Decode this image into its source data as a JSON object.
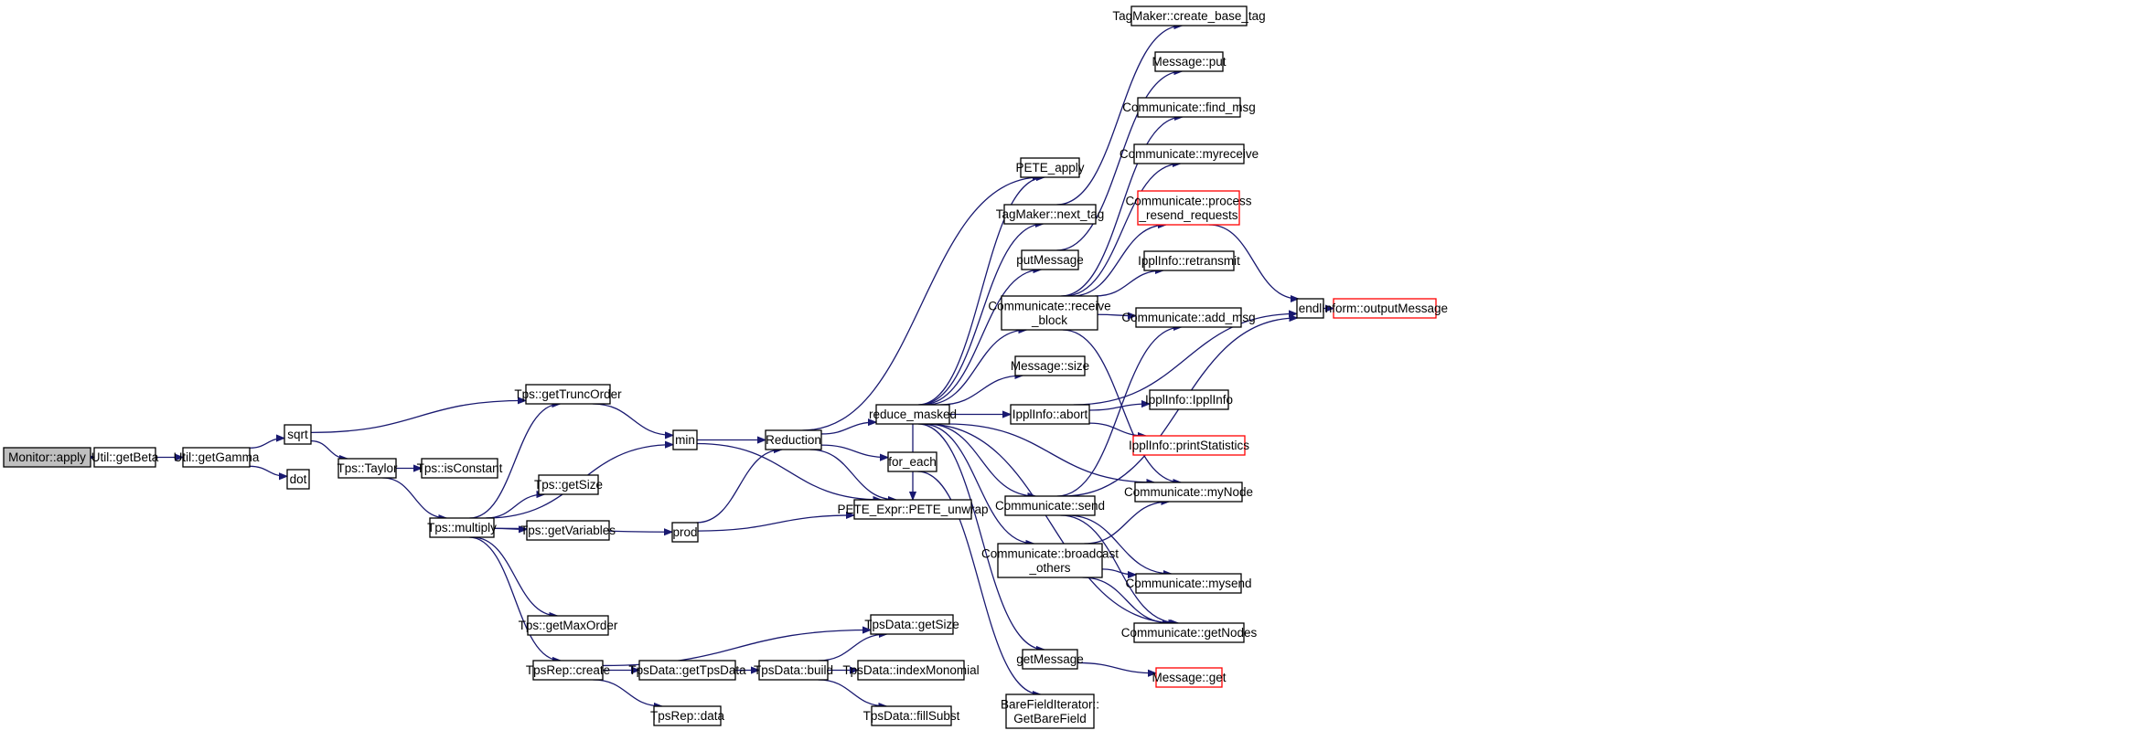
{
  "title": "",
  "colors": {
    "edge": "#191970",
    "root_fill": "#bfbfbf",
    "red_border": "#ff0000",
    "node_border": "#000000",
    "background": "#ffffff"
  },
  "nodes": [
    {
      "id": "monitor_apply",
      "label": "Monitor::apply",
      "root": true
    },
    {
      "id": "util_getbeta",
      "label": "Util::getBeta"
    },
    {
      "id": "util_getgamma",
      "label": "Util::getGamma"
    },
    {
      "id": "sqrt",
      "label": "sqrt"
    },
    {
      "id": "dot",
      "label": "dot"
    },
    {
      "id": "tps_taylor",
      "label": "Tps::Taylor"
    },
    {
      "id": "tps_isconstant",
      "label": "Tps::isConstant"
    },
    {
      "id": "tps_multiply",
      "label": "Tps::multiply"
    },
    {
      "id": "tps_gettruncorder",
      "label": "Tps::getTruncOrder"
    },
    {
      "id": "tps_getsize",
      "label": "Tps::getSize"
    },
    {
      "id": "tps_getvariables",
      "label": "Tps::getVariables"
    },
    {
      "id": "tps_getmaxorder",
      "label": "Tps::getMaxOrder"
    },
    {
      "id": "tpsrep_create",
      "label": "TpsRep::create"
    },
    {
      "id": "min",
      "label": "min"
    },
    {
      "id": "prod",
      "label": "prod"
    },
    {
      "id": "reduction",
      "label": "Reduction"
    },
    {
      "id": "pete_unwrap",
      "label": "PETE_Expr::PETE_unwrap"
    },
    {
      "id": "reduce_masked",
      "label": "reduce_masked"
    },
    {
      "id": "for_each",
      "label": "for_each"
    },
    {
      "id": "tpsdata_gettpsdata",
      "label": "TpsData::getTpsData"
    },
    {
      "id": "tpsrep_data",
      "label": "TpsRep::data"
    },
    {
      "id": "tpsdata_build",
      "label": "TpsData::build"
    },
    {
      "id": "tpsdata_getsize",
      "label": "TpsData::getSize"
    },
    {
      "id": "tpsdata_indexmonomial",
      "label": "TpsData::indexMonomial"
    },
    {
      "id": "tpsdata_fillsubst",
      "label": "TpsData::fillSubst"
    },
    {
      "id": "pete_apply",
      "label": "PETE_apply"
    },
    {
      "id": "tagmaker_next_tag",
      "label": "TagMaker::next_tag"
    },
    {
      "id": "putmessage",
      "label": "putMessage"
    },
    {
      "id": "comm_receive_block",
      "label": "Communicate::receive\n_block"
    },
    {
      "id": "message_size",
      "label": "Message::size"
    },
    {
      "id": "ipplinfo_abort",
      "label": "IpplInfo::abort"
    },
    {
      "id": "comm_send",
      "label": "Communicate::send"
    },
    {
      "id": "comm_broadcast_others",
      "label": "Communicate::broadcast\n_others"
    },
    {
      "id": "getmessage",
      "label": "getMessage"
    },
    {
      "id": "barefielditerator",
      "label": "BareFieldIterator::\nGetBareField"
    },
    {
      "id": "tagmaker_create_base_tag",
      "label": "TagMaker::create_base_tag"
    },
    {
      "id": "message_put",
      "label": "Message::put"
    },
    {
      "id": "comm_find_msg",
      "label": "Communicate::find_msg"
    },
    {
      "id": "comm_myreceive",
      "label": "Communicate::myreceive"
    },
    {
      "id": "comm_process_resend",
      "label": "Communicate::process\n_resend_requests",
      "red": true
    },
    {
      "id": "ipplinfo_retransmit",
      "label": "IpplInfo::retransmit"
    },
    {
      "id": "comm_add_msg",
      "label": "Communicate::add_msg"
    },
    {
      "id": "ipplinfo_ipplinfo",
      "label": "IpplInfo::IpplInfo"
    },
    {
      "id": "ipplinfo_printstatistics",
      "label": "IpplInfo::printStatistics",
      "red": true
    },
    {
      "id": "comm_mynode",
      "label": "Communicate::myNode"
    },
    {
      "id": "comm_mysend",
      "label": "Communicate::mysend"
    },
    {
      "id": "comm_getnodes",
      "label": "Communicate::getNodes"
    },
    {
      "id": "message_get",
      "label": "Message::get",
      "red": true
    },
    {
      "id": "endl",
      "label": "endl"
    },
    {
      "id": "inform_outputmessage",
      "label": "Inform::outputMessage",
      "red": true
    }
  ],
  "edges": [
    [
      "monitor_apply",
      "util_getbeta"
    ],
    [
      "util_getbeta",
      "util_getgamma"
    ],
    [
      "util_getgamma",
      "sqrt"
    ],
    [
      "util_getgamma",
      "dot"
    ],
    [
      "sqrt",
      "tps_gettruncorder"
    ],
    [
      "sqrt",
      "tps_taylor"
    ],
    [
      "tps_taylor",
      "tps_isconstant"
    ],
    [
      "tps_taylor",
      "tps_multiply"
    ],
    [
      "tps_multiply",
      "tps_gettruncorder"
    ],
    [
      "tps_multiply",
      "min"
    ],
    [
      "tps_multiply",
      "tps_getsize"
    ],
    [
      "tps_multiply",
      "tps_getvariables"
    ],
    [
      "tps_multiply",
      "prod"
    ],
    [
      "tps_multiply",
      "tps_getmaxorder"
    ],
    [
      "tps_multiply",
      "tpsrep_create"
    ],
    [
      "tps_gettruncorder",
      "min"
    ],
    [
      "min",
      "reduction"
    ],
    [
      "min",
      "pete_unwrap"
    ],
    [
      "prod",
      "reduction"
    ],
    [
      "prod",
      "pete_unwrap"
    ],
    [
      "reduction",
      "pete_apply"
    ],
    [
      "reduction",
      "reduce_masked"
    ],
    [
      "reduction",
      "for_each"
    ],
    [
      "reduction",
      "pete_unwrap"
    ],
    [
      "tpsrep_create",
      "tpsdata_getsize"
    ],
    [
      "tpsrep_create",
      "tpsdata_gettpsdata"
    ],
    [
      "tpsrep_create",
      "tpsrep_data"
    ],
    [
      "tpsdata_gettpsdata",
      "tpsdata_build"
    ],
    [
      "tpsdata_build",
      "tpsdata_getsize"
    ],
    [
      "tpsdata_build",
      "tpsdata_indexmonomial"
    ],
    [
      "tpsdata_build",
      "tpsdata_fillsubst"
    ],
    [
      "reduce_masked",
      "pete_apply"
    ],
    [
      "reduce_masked",
      "tagmaker_next_tag"
    ],
    [
      "reduce_masked",
      "putmessage"
    ],
    [
      "reduce_masked",
      "comm_receive_block"
    ],
    [
      "reduce_masked",
      "message_size"
    ],
    [
      "reduce_masked",
      "ipplinfo_abort"
    ],
    [
      "reduce_masked",
      "comm_mynode"
    ],
    [
      "reduce_masked",
      "comm_send"
    ],
    [
      "reduce_masked",
      "comm_broadcast_others"
    ],
    [
      "reduce_masked",
      "comm_getnodes"
    ],
    [
      "reduce_masked",
      "getmessage"
    ],
    [
      "reduce_masked",
      "pete_unwrap"
    ],
    [
      "for_each",
      "barefielditerator"
    ],
    [
      "tagmaker_next_tag",
      "tagmaker_create_base_tag"
    ],
    [
      "putmessage",
      "message_put"
    ],
    [
      "comm_receive_block",
      "comm_find_msg"
    ],
    [
      "comm_receive_block",
      "comm_myreceive"
    ],
    [
      "comm_receive_block",
      "comm_process_resend"
    ],
    [
      "comm_receive_block",
      "ipplinfo_retransmit"
    ],
    [
      "comm_receive_block",
      "comm_add_msg"
    ],
    [
      "comm_receive_block",
      "comm_mynode"
    ],
    [
      "ipplinfo_abort",
      "endl"
    ],
    [
      "ipplinfo_abort",
      "ipplinfo_ipplinfo"
    ],
    [
      "ipplinfo_abort",
      "ipplinfo_printstatistics"
    ],
    [
      "comm_send",
      "comm_add_msg"
    ],
    [
      "comm_send",
      "endl"
    ],
    [
      "comm_send",
      "comm_mysend"
    ],
    [
      "comm_send",
      "comm_getnodes"
    ],
    [
      "comm_broadcast_others",
      "comm_mynode"
    ],
    [
      "comm_broadcast_others",
      "comm_mysend"
    ],
    [
      "comm_broadcast_others",
      "comm_getnodes"
    ],
    [
      "getmessage",
      "message_get"
    ],
    [
      "comm_process_resend",
      "endl"
    ],
    [
      "endl",
      "inform_outputmessage"
    ]
  ]
}
